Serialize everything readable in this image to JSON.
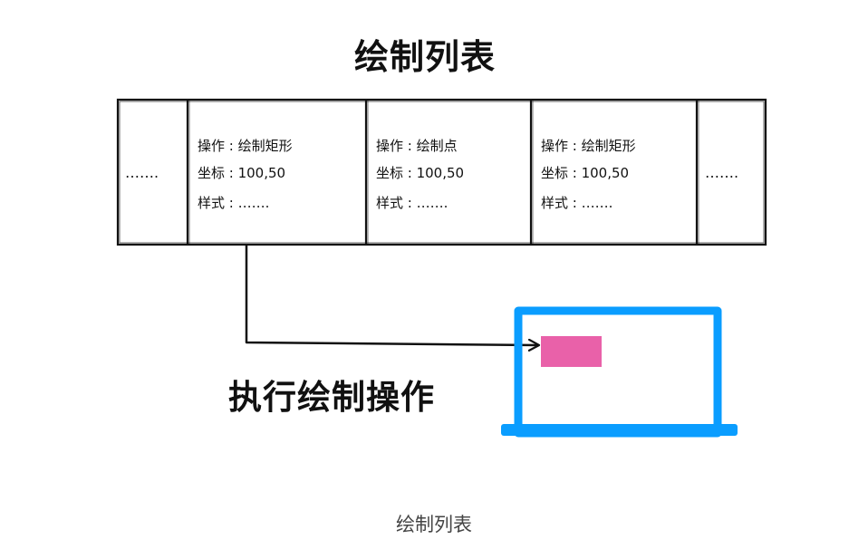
{
  "title": "绘制列表",
  "paint_list": {
    "leading_placeholder": "…….",
    "trailing_placeholder": "…….",
    "items": [
      {
        "operation": "操作 : 绘制矩形",
        "coords": "坐标 : 100,50",
        "style": "样式 : ……."
      },
      {
        "operation": "操作 : 绘制点",
        "coords": "坐标 : 100,50",
        "style": "样式 : ……."
      },
      {
        "operation": "操作 : 绘制矩形",
        "coords": "坐标 : 100,50",
        "style": "样式 : ……."
      }
    ]
  },
  "action_label": "执行绘制操作",
  "caption": "绘制列表",
  "colors": {
    "monitor": "#0a9dff",
    "drawn_rect": "#e961a9",
    "ink": "#111111"
  },
  "icons": {
    "monitor": "monitor-icon",
    "arrow": "arrow-icon"
  }
}
